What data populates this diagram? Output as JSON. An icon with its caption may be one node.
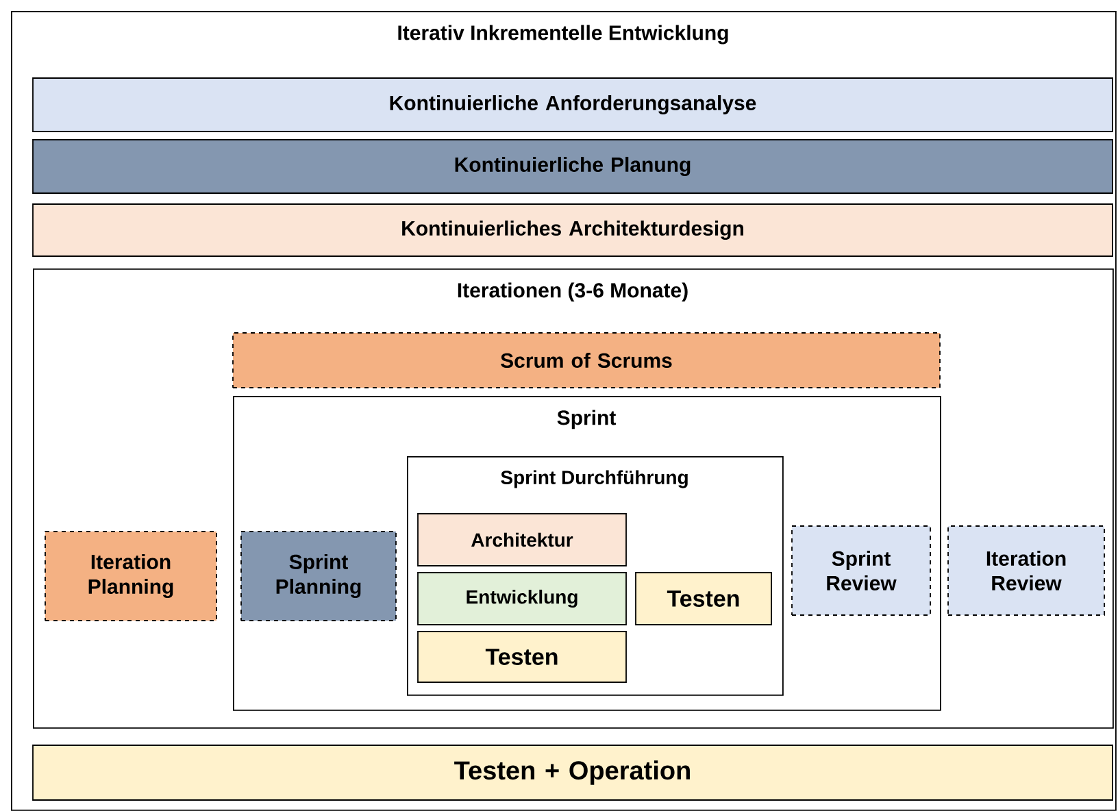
{
  "diagram": {
    "nodes": [
      {
        "text": [
          "Iterativ Inkrementelle Entwicklung"
        ]
      },
      {
        "text": [
          "Kontinuierliche Anforderungsanalyse"
        ],
        "in": 0
      },
      {
        "text": [
          "Kontinuierliche Planung"
        ],
        "in": 0
      },
      {
        "text": [
          "Kontinuierliches Architekturdesign"
        ],
        "in": 0
      },
      {
        "text": [
          "Iterationen (3-6 Monate)"
        ],
        "in": 0
      },
      {
        "text": [
          "Scrum of Scrums"
        ],
        "in": 4
      },
      {
        "text": [
          "Sprint"
        ],
        "in": 4
      },
      {
        "text": [
          "Sprint Durchführung"
        ],
        "in": 6
      },
      {
        "text": [
          "Architektur"
        ],
        "in": 7
      },
      {
        "text": [
          "Entwicklung"
        ],
        "in": 7
      },
      {
        "text": [
          "Testen"
        ],
        "in": 7
      },
      {
        "text": [
          "Testen"
        ],
        "in": 7
      },
      {
        "text": [
          "Iteration Planning"
        ],
        "in": 4
      },
      {
        "text": [
          "Sprint Planning"
        ],
        "in": 6
      },
      {
        "text": [
          "Sprint Review"
        ],
        "in": 6
      },
      {
        "text": [
          "Iteration Review"
        ],
        "in": 4
      },
      {
        "text": [
          "Testen + Operation"
        ],
        "in": 0
      }
    ]
  }
}
